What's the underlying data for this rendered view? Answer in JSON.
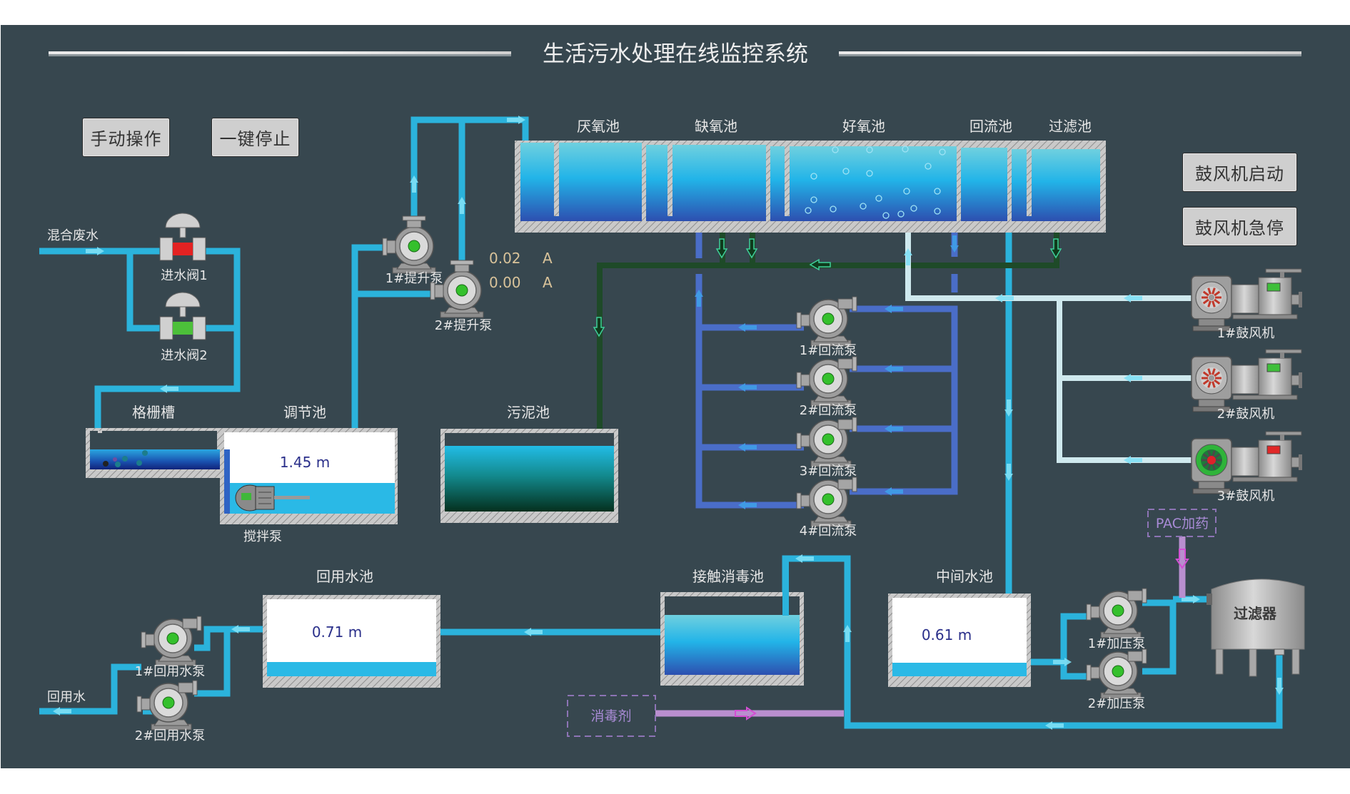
{
  "header": {
    "title": "生活污水处理在线监控系统"
  },
  "controls": {
    "manual_label": "手动操作",
    "stop_all_label": "一键停止",
    "blower_start_label": "鼓风机启动",
    "blower_estop_label": "鼓风机急停"
  },
  "inlet": {
    "label": "混合废水",
    "valves": [
      {
        "label": "进水阀1",
        "state": "closed",
        "color": "#e32222"
      },
      {
        "label": "进水阀2",
        "state": "open",
        "color": "#4cc03a"
      }
    ]
  },
  "tanks": {
    "grille": {
      "label": "格栅槽"
    },
    "regulating": {
      "label": "调节池",
      "level": "1.45 m",
      "mixer_label": "搅拌泵"
    },
    "sludge": {
      "label": "污泥池"
    },
    "bio_sections": [
      "厌氧池",
      "缺氧池",
      "好氧池",
      "回流池",
      "过滤池"
    ],
    "reuse": {
      "label": "回用水池",
      "level": "0.71 m"
    },
    "disinfection": {
      "label": "接触消毒池"
    },
    "intermediate": {
      "label": "中间水池",
      "level": "0.61 m"
    }
  },
  "lift_pumps": [
    {
      "label": "1#提升泵",
      "current": "0.02",
      "unit": "A",
      "status": "running"
    },
    {
      "label": "2#提升泵",
      "current": "0.00",
      "unit": "A",
      "status": "running"
    }
  ],
  "return_pumps": [
    {
      "label": "1#回流泵",
      "status": "running"
    },
    {
      "label": "2#回流泵",
      "status": "running"
    },
    {
      "label": "3#回流泵",
      "status": "running"
    },
    {
      "label": "4#回流泵",
      "status": "running"
    }
  ],
  "blowers": [
    {
      "label": "1#鼓风机",
      "status": "stopped",
      "indicator": "#3fbf3a"
    },
    {
      "label": "2#鼓风机",
      "status": "stopped",
      "indicator": "#3fbf3a"
    },
    {
      "label": "3#鼓风机",
      "status": "running",
      "indicator": "#e02828"
    }
  ],
  "booster_pumps": [
    {
      "label": "1#加压泵",
      "status": "running"
    },
    {
      "label": "2#加压泵",
      "status": "running"
    }
  ],
  "reuse_pumps": [
    {
      "label": "1#回用水泵",
      "status": "running"
    },
    {
      "label": "2#回用水泵",
      "status": "running"
    }
  ],
  "filter": {
    "label": "过滤器"
  },
  "dosing": {
    "pac_label": "PAC加药",
    "disinfectant_label": "消毒剂"
  },
  "outlet": {
    "label": "回用水"
  },
  "colors": {
    "background": "#37474f",
    "water_pipe": "#2bb3dc",
    "return_pipe": "#4a6dc8",
    "sludge_pipe": "#1f4a2a",
    "air_pipe": "#cfe9ee",
    "dosing_pipe": "#b98fcf",
    "pump_indicator": "#34c02c"
  }
}
